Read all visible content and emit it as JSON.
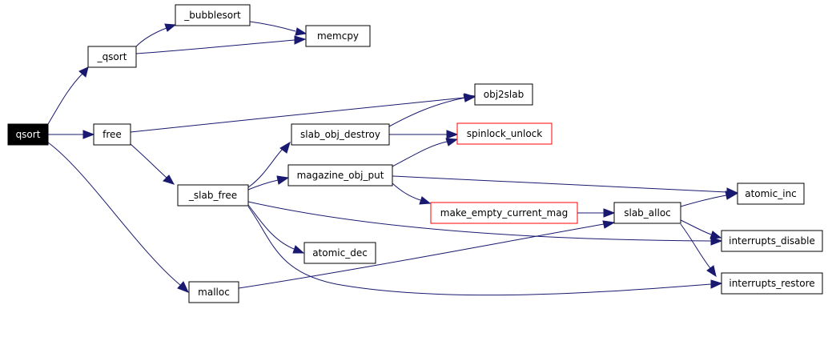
{
  "graph": {
    "colors": {
      "edge": "#191970",
      "node_border": "#000000",
      "missing_border": "#ff0000",
      "root_fill": "#000000",
      "root_text": "#ffffff"
    },
    "nodes": {
      "qsort": "qsort",
      "_qsort": "_qsort",
      "_bubblesort": "_bubblesort",
      "memcpy": "memcpy",
      "free": "free",
      "obj2slab": "obj2slab",
      "_slab_free": "_slab_free",
      "slab_obj_destroy": "slab_obj_destroy",
      "spinlock_unlock": "spinlock_unlock",
      "magazine_obj_put": "magazine_obj_put",
      "make_empty_current_mag": "make_empty_current_mag",
      "slab_alloc": "slab_alloc",
      "atomic_inc": "atomic_inc",
      "interrupts_disable": "interrupts_disable",
      "interrupts_restore": "interrupts_restore",
      "atomic_dec": "atomic_dec",
      "malloc": "malloc"
    }
  }
}
